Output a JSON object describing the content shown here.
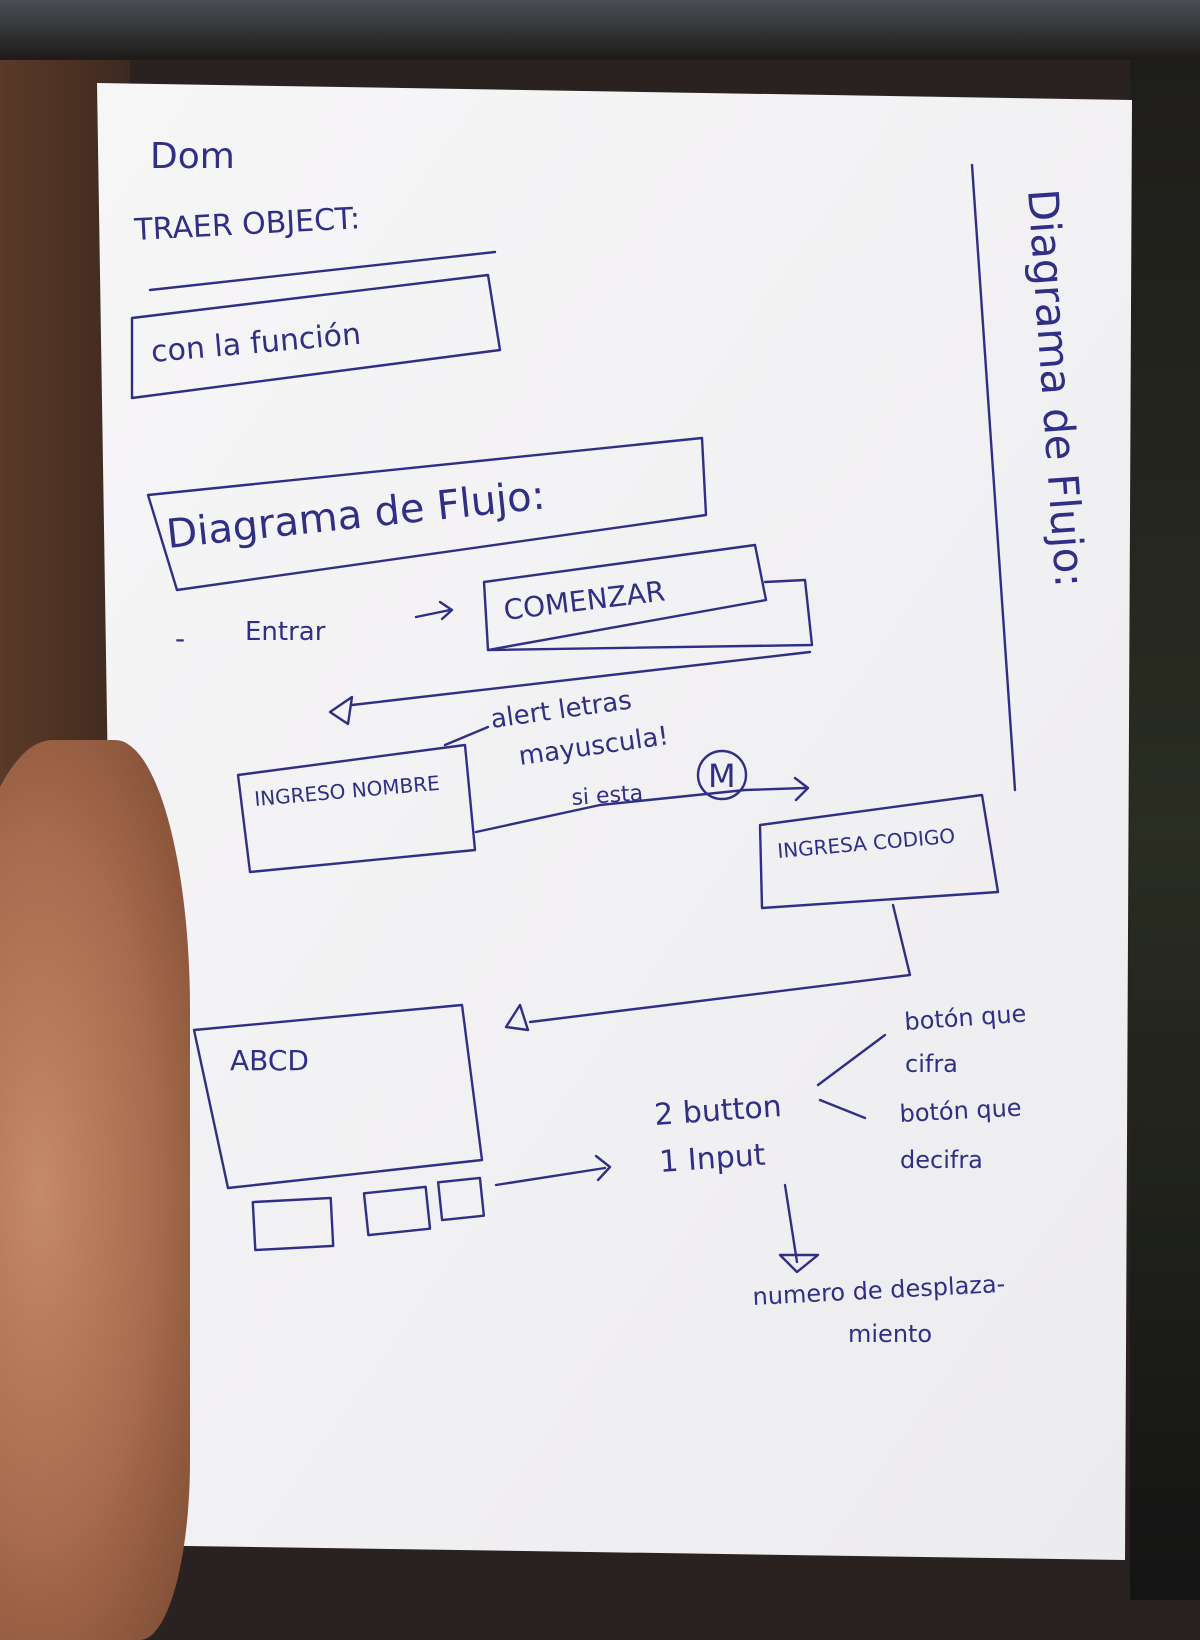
{
  "notes": {
    "heading": "Dom",
    "traer_object": "TRAER OBJECT:",
    "con_la_funcion": "con la función",
    "side_title": "Diagrama de Flujo:"
  },
  "flow": {
    "title": "Diagrama de Flujo:",
    "entrar": "Entrar",
    "comenzar": "COMENZAR",
    "alert_line1": "alert letras",
    "alert_line2": "mayuscula!",
    "si_esta": "si esta",
    "m_badge": "M",
    "ingreso_nombre": "INGRESO NOMBRE",
    "ingresa_codigo": "INGRESA CODIGO",
    "abcd": "ABCD",
    "dos_button": "2 button",
    "un_input": "1 Input",
    "boton_cifra_1": "botón que",
    "boton_cifra_2": "cifra",
    "boton_decifra_1": "botón que",
    "boton_decifra_2": "decifra",
    "numero_1": "numero de desplaza-",
    "numero_2": "miento"
  },
  "colors": {
    "ink": "#2f2f86",
    "paper": "#f4f2f3"
  }
}
